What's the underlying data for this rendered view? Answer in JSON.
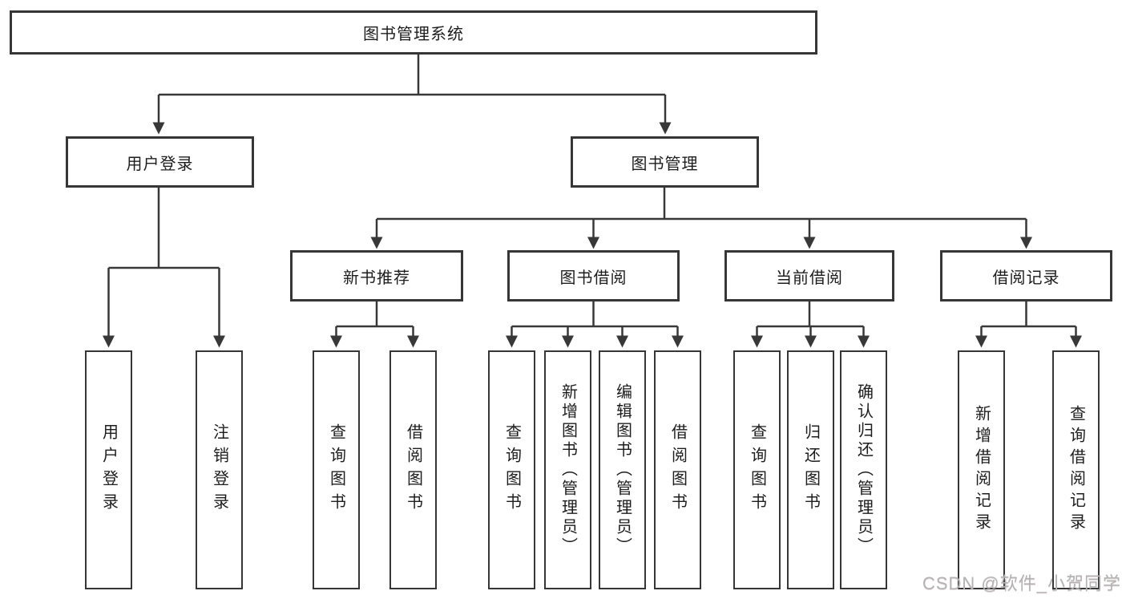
{
  "diagram": {
    "tree": {
      "root": {
        "label": "图书管理系统",
        "children": [
          {
            "label": "用户登录",
            "children": [
              {
                "label": "用户登录"
              },
              {
                "label": "注销登录"
              }
            ]
          },
          {
            "label": "图书管理",
            "children": [
              {
                "label": "新书推荐",
                "children": [
                  {
                    "label": "查询图书"
                  },
                  {
                    "label": "借阅图书"
                  }
                ]
              },
              {
                "label": "图书借阅",
                "children": [
                  {
                    "label": "查询图书"
                  },
                  {
                    "label": "新增图书（管理员）"
                  },
                  {
                    "label": "编辑图书（管理员）"
                  },
                  {
                    "label": "借阅图书"
                  }
                ]
              },
              {
                "label": "当前借阅",
                "children": [
                  {
                    "label": "查询图书"
                  },
                  {
                    "label": "归还图书"
                  },
                  {
                    "label": "确认归还（管理员）"
                  }
                ]
              },
              {
                "label": "借阅记录",
                "children": [
                  {
                    "label": "新增借阅记录"
                  },
                  {
                    "label": "查询借阅记录"
                  }
                ]
              }
            ]
          }
        ]
      }
    },
    "colors": {
      "line": "#383838",
      "box_border": "#363636",
      "box_fill": "#ffffff",
      "text": "#1d1d1d",
      "watermark": "#b3b3b3"
    }
  },
  "watermark": {
    "text": "CSDN @软件_小贺同学"
  }
}
